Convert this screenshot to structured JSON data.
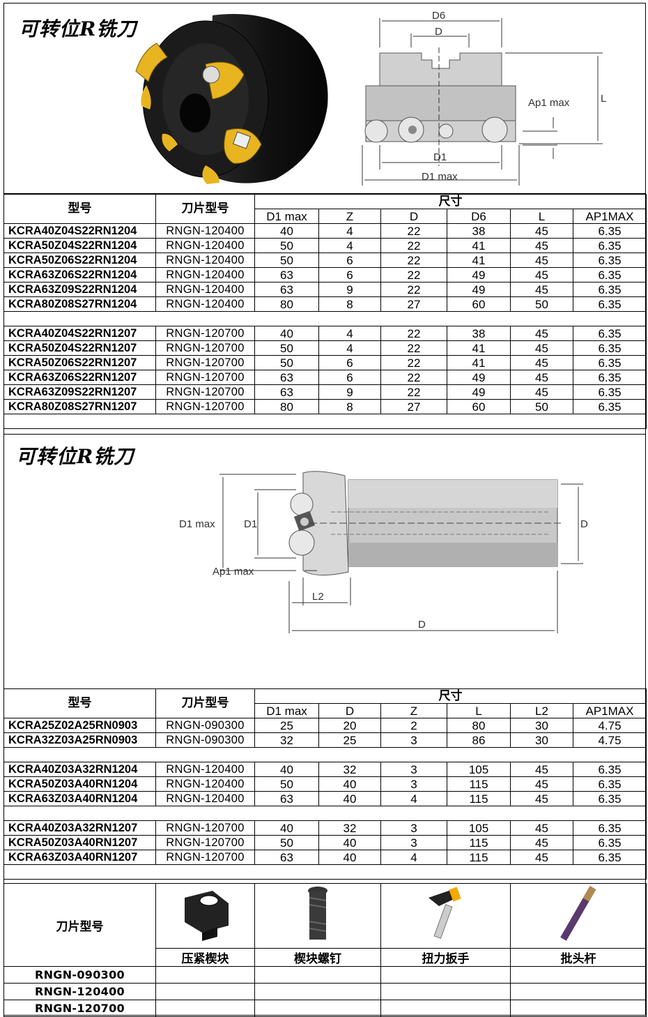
{
  "section1": {
    "title": "可转位R铣刀",
    "drawing_labels": {
      "d6": "D6",
      "d": "D",
      "ap1max": "Ap1 max",
      "l": "L",
      "d1": "D1",
      "d1max": "D1 max"
    },
    "table": {
      "header_model": "型号",
      "header_insert": "刀片型号",
      "header_dims": "尺寸",
      "columns": [
        "D1 max",
        "Z",
        "D",
        "D6",
        "L",
        "AP1MAX"
      ],
      "group1": [
        {
          "model": "KCRA40Z04S22RN1204",
          "insert": "RNGN-120400",
          "vals": [
            "40",
            "4",
            "22",
            "38",
            "45",
            "6.35"
          ]
        },
        {
          "model": "KCRA50Z04S22RN1204",
          "insert": "RNGN-120400",
          "vals": [
            "50",
            "4",
            "22",
            "41",
            "45",
            "6.35"
          ]
        },
        {
          "model": "KCRA50Z06S22RN1204",
          "insert": "RNGN-120400",
          "vals": [
            "50",
            "6",
            "22",
            "41",
            "45",
            "6.35"
          ]
        },
        {
          "model": "KCRA63Z06S22RN1204",
          "insert": "RNGN-120400",
          "vals": [
            "63",
            "6",
            "22",
            "49",
            "45",
            "6.35"
          ]
        },
        {
          "model": "KCRA63Z09S22RN1204",
          "insert": "RNGN-120400",
          "vals": [
            "63",
            "9",
            "22",
            "49",
            "45",
            "6.35"
          ]
        },
        {
          "model": "KCRA80Z08S27RN1204",
          "insert": "RNGN-120400",
          "vals": [
            "80",
            "8",
            "27",
            "60",
            "50",
            "6.35"
          ]
        }
      ],
      "group2": [
        {
          "model": "KCRA40Z04S22RN1207",
          "insert": "RNGN-120700",
          "vals": [
            "40",
            "4",
            "22",
            "38",
            "45",
            "6.35"
          ]
        },
        {
          "model": "KCRA50Z04S22RN1207",
          "insert": "RNGN-120700",
          "vals": [
            "50",
            "4",
            "22",
            "41",
            "45",
            "6.35"
          ]
        },
        {
          "model": "KCRA50Z06S22RN1207",
          "insert": "RNGN-120700",
          "vals": [
            "50",
            "6",
            "22",
            "41",
            "45",
            "6.35"
          ]
        },
        {
          "model": "KCRA63Z06S22RN1207",
          "insert": "RNGN-120700",
          "vals": [
            "63",
            "6",
            "22",
            "49",
            "45",
            "6.35"
          ]
        },
        {
          "model": "KCRA63Z09S22RN1207",
          "insert": "RNGN-120700",
          "vals": [
            "63",
            "9",
            "22",
            "49",
            "45",
            "6.35"
          ]
        },
        {
          "model": "KCRA80Z08S27RN1207",
          "insert": "RNGN-120700",
          "vals": [
            "80",
            "8",
            "27",
            "60",
            "50",
            "6.35"
          ]
        }
      ]
    }
  },
  "section2": {
    "title": "可转位R铣刀",
    "drawing_labels": {
      "d1max": "D1 max",
      "d1": "D1",
      "d": "D",
      "ap1max": "Ap1 max",
      "l2": "L2",
      "d_len": "D"
    },
    "table": {
      "header_model": "型号",
      "header_insert": "刀片型号",
      "header_dims": "尺寸",
      "columns": [
        "D1 max",
        "D",
        "Z",
        "L",
        "L2",
        "AP1MAX"
      ],
      "group1": [
        {
          "model": "KCRA25Z02A25RN0903",
          "insert": "RNGN-090300",
          "vals": [
            "25",
            "20",
            "2",
            "80",
            "30",
            "4.75"
          ]
        },
        {
          "model": "KCRA32Z03A25RN0903",
          "insert": "RNGN-090300",
          "vals": [
            "32",
            "25",
            "3",
            "86",
            "30",
            "4.75"
          ]
        }
      ],
      "group2": [
        {
          "model": "KCRA40Z03A32RN1204",
          "insert": "RNGN-120400",
          "vals": [
            "40",
            "32",
            "3",
            "105",
            "45",
            "6.35"
          ]
        },
        {
          "model": "KCRA50Z03A40RN1204",
          "insert": "RNGN-120400",
          "vals": [
            "50",
            "40",
            "3",
            "115",
            "45",
            "6.35"
          ]
        },
        {
          "model": "KCRA63Z03A40RN1204",
          "insert": "RNGN-120400",
          "vals": [
            "63",
            "40",
            "4",
            "115",
            "45",
            "6.35"
          ]
        }
      ],
      "group3": [
        {
          "model": "KCRA40Z03A32RN1207",
          "insert": "RNGN-120700",
          "vals": [
            "40",
            "32",
            "3",
            "105",
            "45",
            "6.35"
          ]
        },
        {
          "model": "KCRA50Z03A40RN1207",
          "insert": "RNGN-120700",
          "vals": [
            "50",
            "40",
            "3",
            "115",
            "45",
            "6.35"
          ]
        },
        {
          "model": "KCRA63Z03A40RN1207",
          "insert": "RNGN-120700",
          "vals": [
            "63",
            "40",
            "4",
            "115",
            "45",
            "6.35"
          ]
        }
      ]
    }
  },
  "accessories": {
    "label": "刀片型号",
    "items": [
      "压紧楔块",
      "楔块螺钉",
      "扭力扳手",
      "批头杆"
    ],
    "inserts": [
      "RNGN-090300",
      "RNGN-120400",
      "RNGN-120700"
    ]
  }
}
